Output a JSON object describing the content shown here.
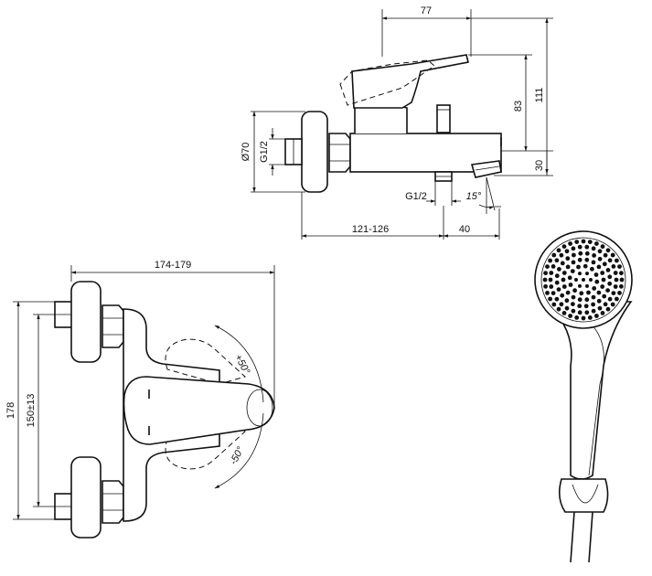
{
  "side_view": {
    "dim_top_width": "77",
    "dim_lever_height": "83",
    "dim_total_height": "111",
    "dim_spout_drop": "30",
    "dim_flange_diameter": "Ø70",
    "dim_inlet_thread": "G1/2",
    "dim_outlet_thread": "G1/2",
    "dim_angle": "15°",
    "dim_wall_to_outlet": "121-126",
    "dim_outlet_to_spout": "40"
  },
  "front_view": {
    "dim_overall_width": "174-179",
    "dim_overall_height": "178",
    "dim_centers": "150±13",
    "angle_up": "+50°",
    "angle_down": "-50°"
  }
}
